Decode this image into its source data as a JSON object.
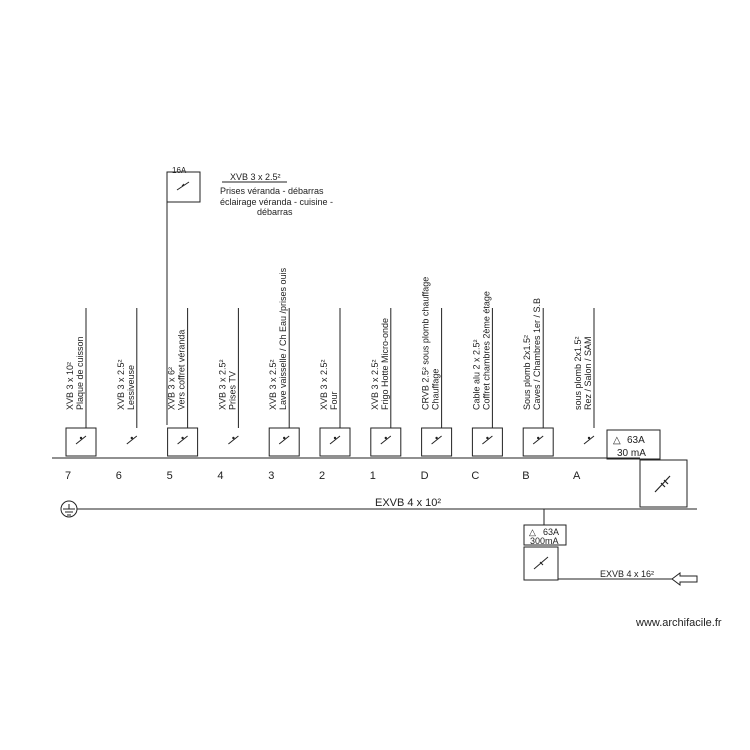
{
  "top_breaker": {
    "rating": "16A",
    "cable": "XVB 3 x 2.5²",
    "desc_lines": [
      "Prises véranda - débarras",
      "éclairage véranda - cuisine -",
      "débarras"
    ]
  },
  "circuits": [
    {
      "id": "7",
      "cable": "XVB 3 x 10²",
      "desc": "Plaque de cuisson",
      "breaker": "box"
    },
    {
      "id": "6",
      "cable": "XVB 3 x 2.5²",
      "desc": "Lessiveuse",
      "breaker": "open"
    },
    {
      "id": "5",
      "cable": "XVB 3 x 6²",
      "desc": "Vers coffret véranda",
      "breaker": "box"
    },
    {
      "id": "4",
      "cable": "XVB 3 x 2.5²",
      "desc": "Prises TV",
      "breaker": "open"
    },
    {
      "id": "3",
      "cable": "XVB 3 x 2.5²",
      "desc": "Lave vaisselle / Ch Eau /prises ouis",
      "breaker": "box"
    },
    {
      "id": "2",
      "cable": "XVB 3 x 2.5²",
      "desc": "Four",
      "breaker": "box"
    },
    {
      "id": "1",
      "cable": "XVB 3 x 2.5²",
      "desc": "Frigo Hotte Micro-onde",
      "breaker": "box"
    },
    {
      "id": "D",
      "cable": "CRVB 2.5²  sous plomb chauffage",
      "desc": "Chauffage",
      "breaker": "box"
    },
    {
      "id": "C",
      "cable": "Cable alu 2 x 2.5²",
      "desc": "Coffret chambres 2ème étage",
      "breaker": "box"
    },
    {
      "id": "B",
      "cable": "Sous plomb 2x1.5²",
      "desc": "Caves / Chambres 1er / S.B",
      "breaker": "box"
    },
    {
      "id": "A",
      "cable": "sous plomb 2x1.5²",
      "desc": "Rez / Salon / SAM",
      "breaker": "open"
    }
  ],
  "differential_main": {
    "rating": "63A",
    "sensitivity": "30 mA"
  },
  "differential_incoming": {
    "rating": "63A",
    "sensitivity": "300mA"
  },
  "bus_label": "EXVB 4 x 10²",
  "supply_label": "EXVB 4 x 16²",
  "watermark": "www.archifacile.fr"
}
